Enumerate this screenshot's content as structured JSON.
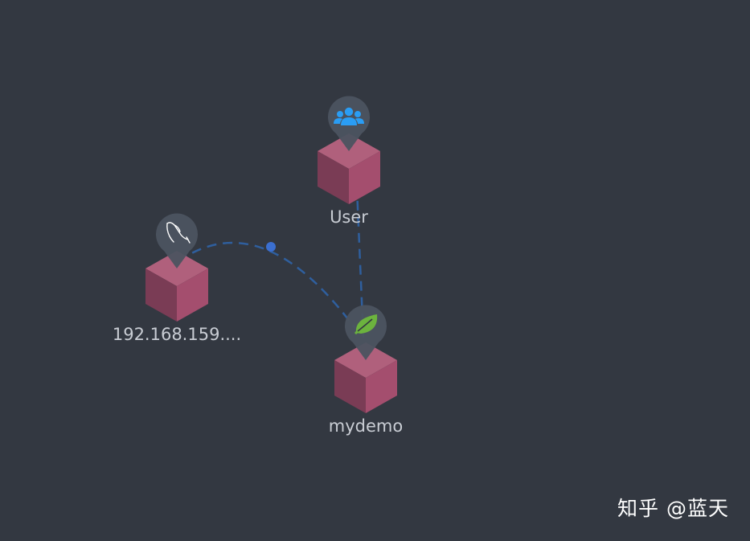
{
  "nodes": [
    {
      "id": "user",
      "label": "User",
      "icon": "users-icon"
    },
    {
      "id": "mysql",
      "label": "192.168.159....",
      "icon": "mysql-dolphin-icon"
    },
    {
      "id": "mydemo",
      "label": "mydemo",
      "icon": "spring-leaf-icon"
    }
  ],
  "edges": [
    {
      "from": "user",
      "to": "mydemo"
    },
    {
      "from": "mysql",
      "to": "mydemo"
    }
  ],
  "colors": {
    "background": "#333841",
    "edge": "#2f5f9e",
    "edge_dot": "#3b6fd0",
    "cube_top": "#b0607c",
    "cube_left": "#7a3c55",
    "cube_right": "#a44e6e",
    "icon_users": "#2a9df4",
    "icon_leaf": "#6cb33e"
  },
  "watermark": "知乎 @蓝天"
}
